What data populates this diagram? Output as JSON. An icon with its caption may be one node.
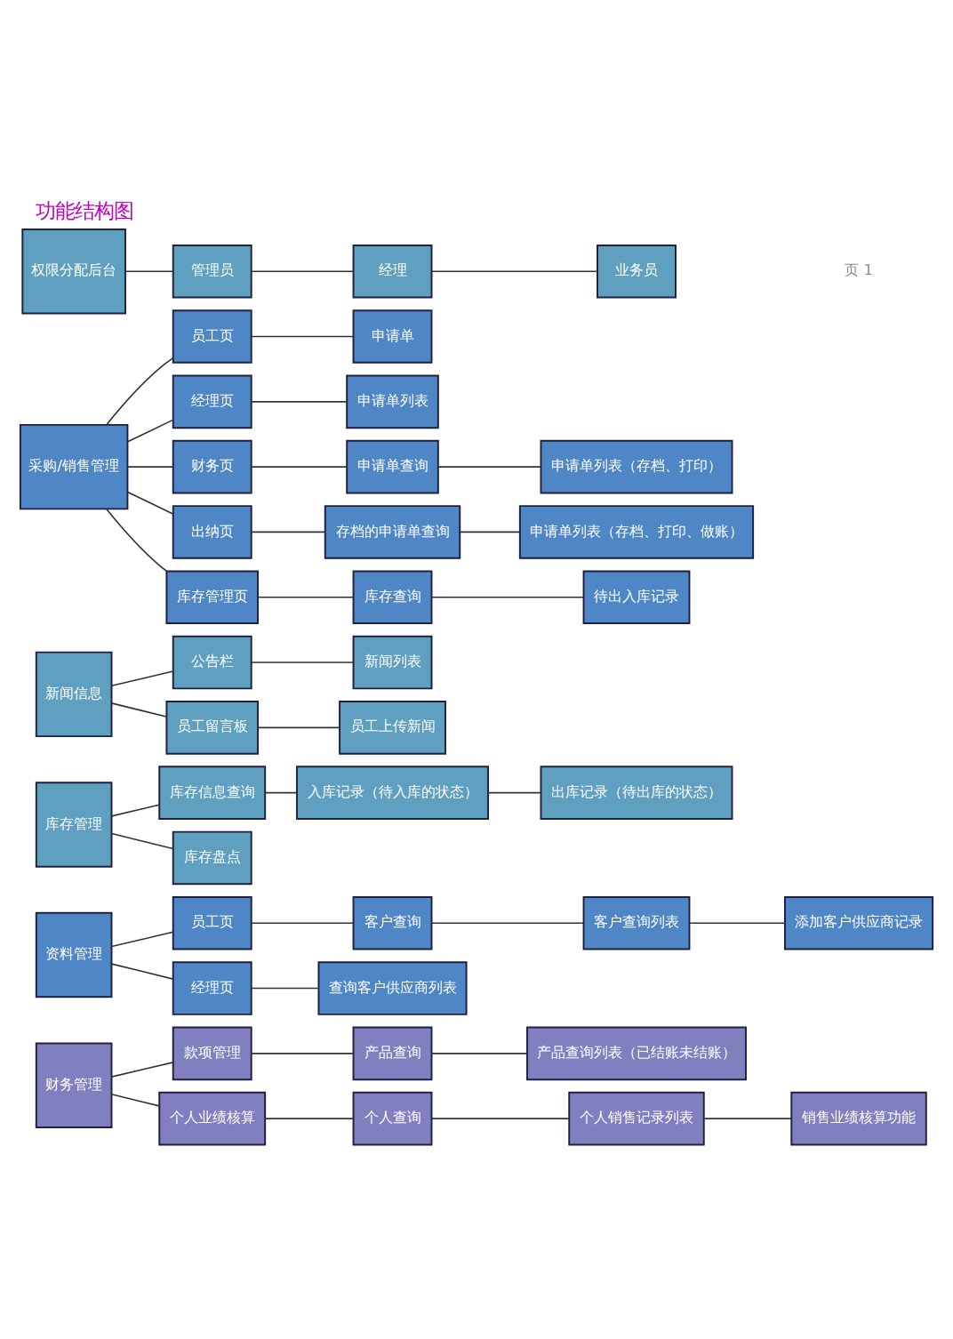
{
  "diagram": {
    "title": "功能结构图",
    "nodes": [
      {
        "text": [
          "财务管理"
        ]
      },
      {
        "text": [
          "款项管理"
        ]
      },
      {
        "text": [
          "产品查询"
        ]
      },
      {
        "text": [
          "产品查询列表（已结账未结账）"
        ]
      },
      {
        "text": [
          "个人业绩核算"
        ]
      },
      {
        "text": [
          "个人查询"
        ]
      },
      {
        "text": [
          "个人销售记录列表"
        ]
      },
      {
        "text": [
          "销售业绩核算功能"
        ]
      },
      {
        "text": [
          "资料管理"
        ]
      },
      {
        "text": [
          "员工页"
        ]
      },
      {
        "text": [
          "客户查询"
        ]
      },
      {
        "text": [
          "客户查询列表"
        ]
      },
      {
        "text": [
          "添加客户供应商记录"
        ]
      },
      {
        "text": [
          "经理页"
        ]
      },
      {
        "text": [
          "查询客户供应商列表"
        ]
      },
      {
        "text": [
          "库存管理"
        ]
      },
      {
        "text": [
          "库存信息查询"
        ]
      },
      {
        "text": [
          "入库记录（待入库的状态）"
        ]
      },
      {
        "text": [
          "出库记录（待出库的状态）"
        ]
      },
      {
        "text": [
          "库存盘点"
        ]
      },
      {
        "text": [
          "新闻信息"
        ]
      },
      {
        "text": [
          "公告栏"
        ]
      },
      {
        "text": [
          "新闻列表"
        ]
      },
      {
        "text": [
          "员工留言板"
        ]
      },
      {
        "text": [
          "员工上传新闻"
        ]
      },
      {
        "text": [
          "采购/销售管理"
        ]
      },
      {
        "text": [
          "员工页"
        ]
      },
      {
        "text": [
          "申请单"
        ]
      },
      {
        "text": [
          "经理页"
        ]
      },
      {
        "text": [
          "申请单列表"
        ]
      },
      {
        "text": [
          "财务页"
        ]
      },
      {
        "text": [
          "申请单查询"
        ]
      },
      {
        "text": [
          "申请单列表（存档、打印）"
        ]
      },
      {
        "text": [
          "出纳页"
        ]
      },
      {
        "text": [
          "存档的申请单查询"
        ]
      },
      {
        "text": [
          "申请单列表（存档、打印、做账）"
        ]
      },
      {
        "text": [
          "库存管理页"
        ]
      },
      {
        "text": [
          "库存查询"
        ]
      },
      {
        "text": [
          "待出入库记录"
        ]
      },
      {
        "text": [
          "权限分配后台"
        ]
      },
      {
        "text": [
          "管理员"
        ]
      },
      {
        "text": [
          "经理"
        ]
      },
      {
        "text": [
          "业务员"
        ]
      }
    ],
    "edges": [
      {
        "from": 0,
        "to": 1,
        "arrow": "none"
      },
      {
        "from": 1,
        "to": 2,
        "arrow": "none"
      },
      {
        "from": 2,
        "to": 3,
        "arrow": "none"
      },
      {
        "from": 0,
        "to": 4,
        "arrow": "none"
      },
      {
        "from": 4,
        "to": 5,
        "arrow": "none"
      },
      {
        "from": 5,
        "to": 6,
        "arrow": "none"
      },
      {
        "from": 6,
        "to": 7,
        "arrow": "none"
      },
      {
        "from": 8,
        "to": 9,
        "arrow": "none"
      },
      {
        "from": 9,
        "to": 10,
        "arrow": "none"
      },
      {
        "from": 10,
        "to": 11,
        "arrow": "none"
      },
      {
        "from": 11,
        "to": 12,
        "arrow": "none"
      },
      {
        "from": 8,
        "to": 13,
        "arrow": "none"
      },
      {
        "from": 13,
        "to": 14,
        "arrow": "none"
      },
      {
        "from": 15,
        "to": 16,
        "arrow": "none"
      },
      {
        "from": 16,
        "to": 17,
        "arrow": "none"
      },
      {
        "from": 17,
        "to": 18,
        "arrow": "none"
      },
      {
        "from": 15,
        "to": 19,
        "arrow": "none"
      },
      {
        "from": 20,
        "to": 21,
        "arrow": "none"
      },
      {
        "from": 21,
        "to": 22,
        "arrow": "none"
      },
      {
        "from": 20,
        "to": 23,
        "arrow": "none"
      },
      {
        "from": 23,
        "to": 24,
        "arrow": "none"
      },
      {
        "from": 25,
        "to": 26,
        "arrow": "none"
      },
      {
        "from": 26,
        "to": 27,
        "arrow": "none"
      },
      {
        "from": 25,
        "to": 28,
        "arrow": "none"
      },
      {
        "from": 28,
        "to": 29,
        "arrow": "none"
      },
      {
        "from": 25,
        "to": 30,
        "arrow": "none"
      },
      {
        "from": 30,
        "to": 31,
        "arrow": "none"
      },
      {
        "from": 31,
        "to": 32,
        "arrow": "none"
      },
      {
        "from": 25,
        "to": 33,
        "arrow": "none"
      },
      {
        "from": 33,
        "to": 34,
        "arrow": "none"
      },
      {
        "from": 34,
        "to": 35,
        "arrow": "none"
      },
      {
        "from": 25,
        "to": 36,
        "arrow": "none"
      },
      {
        "from": 36,
        "to": 37,
        "arrow": "none"
      },
      {
        "from": 37,
        "to": 38,
        "arrow": "none"
      },
      {
        "from": 39,
        "to": 40,
        "arrow": "none"
      },
      {
        "from": 40,
        "to": 41,
        "arrow": "none"
      },
      {
        "from": 41,
        "to": 42,
        "arrow": "none"
      }
    ],
    "labels": [
      "页 1"
    ]
  }
}
